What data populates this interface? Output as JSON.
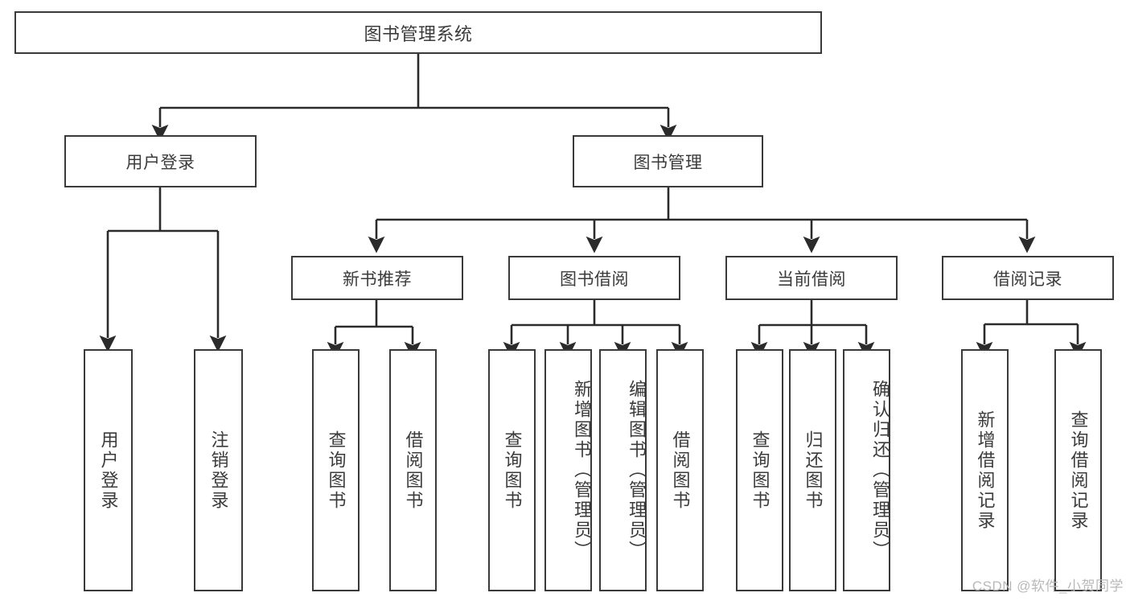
{
  "diagram": {
    "type": "tree-hierarchy",
    "title": "图书管理系统",
    "watermark": "CSDN @软件_小贺同学",
    "colors": {
      "box_border": "#3a3a3a",
      "box_fill": "#ffffff",
      "edge": "#2b2b2b",
      "text": "#3b3b3b",
      "watermark": "#b9b9b9",
      "background": "#ffffff"
    },
    "root": {
      "label": "图书管理系统"
    },
    "level2": [
      {
        "label": "用户登录"
      },
      {
        "label": "图书管理"
      }
    ],
    "level3": [
      {
        "label": "新书推荐"
      },
      {
        "label": "图书借阅"
      },
      {
        "label": "当前借阅"
      },
      {
        "label": "借阅记录"
      }
    ],
    "leaves": {
      "user_login": [
        {
          "label": "用户登录"
        },
        {
          "label": "注销登录"
        }
      ],
      "new_book_recommend": [
        {
          "label": "查询图书"
        },
        {
          "label": "借阅图书"
        }
      ],
      "book_borrow": [
        {
          "label": "查询图书"
        },
        {
          "label": "新增图书（管理员）"
        },
        {
          "label": "编辑图书（管理员）"
        },
        {
          "label": "借阅图书"
        }
      ],
      "current_borrow": [
        {
          "label": "查询图书"
        },
        {
          "label": "归还图书"
        },
        {
          "label": "确认归还（管理员）"
        }
      ],
      "borrow_record": [
        {
          "label": "新增借阅记录"
        },
        {
          "label": "查询借阅记录"
        }
      ]
    }
  }
}
